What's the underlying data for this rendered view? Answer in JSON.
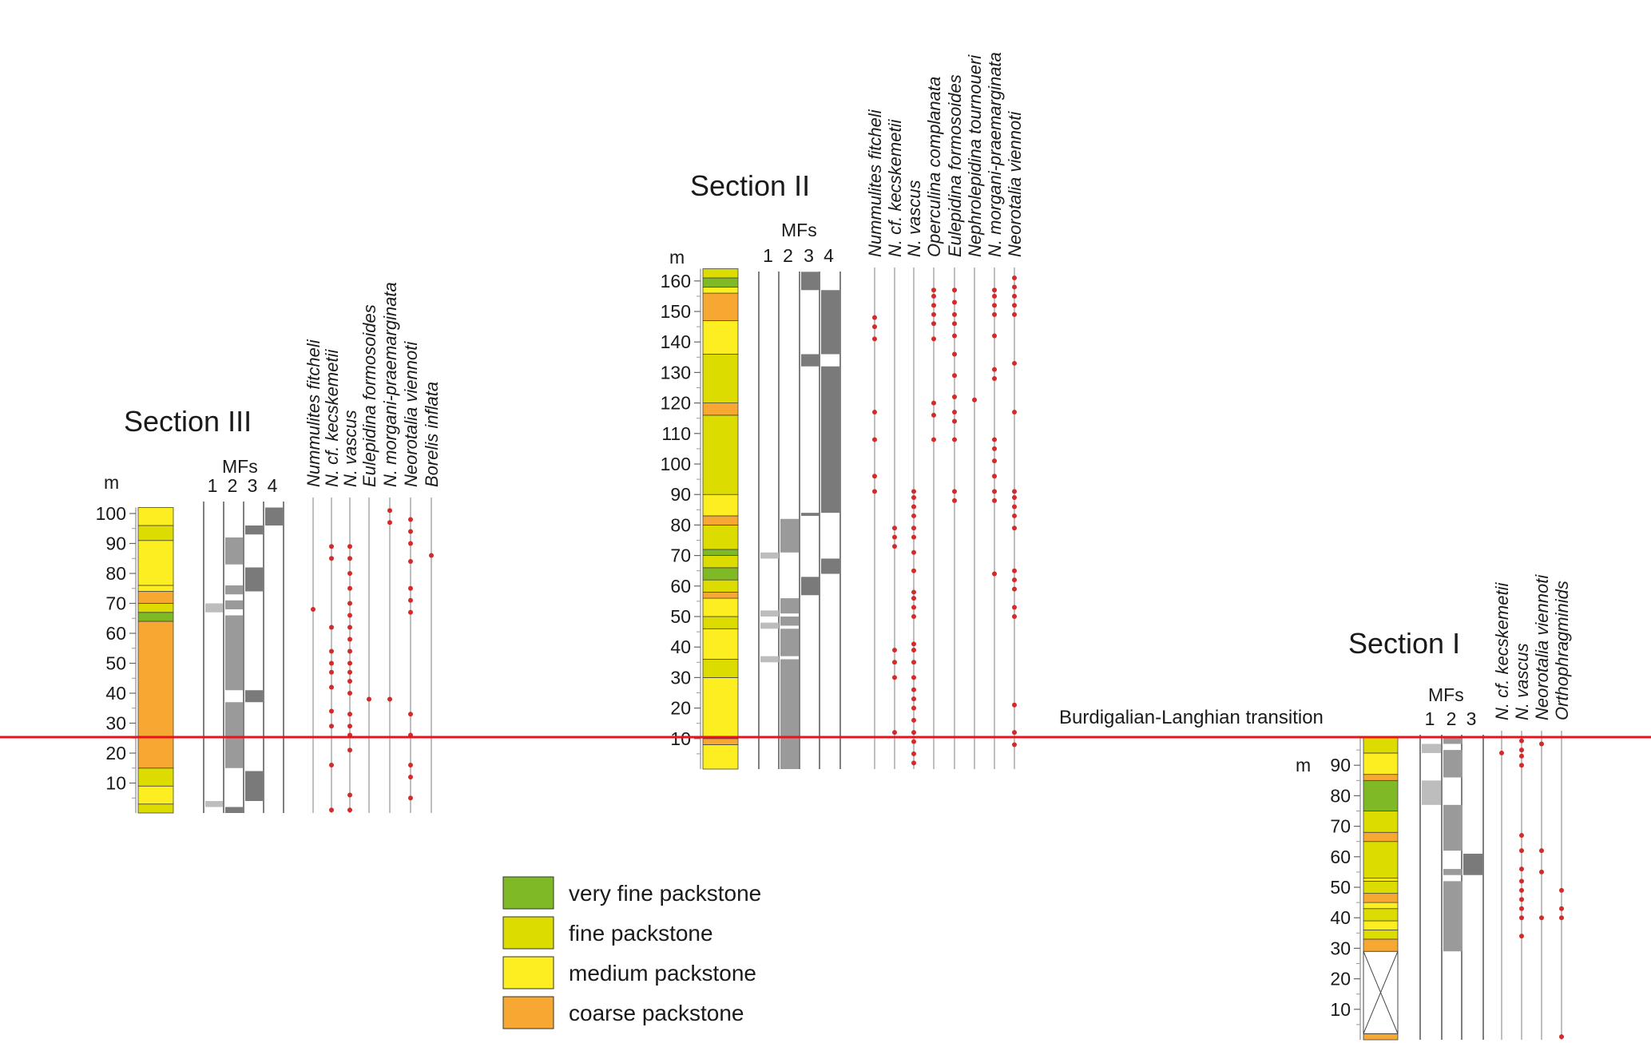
{
  "transition": {
    "label": "Burdigalian-Langhian transition",
    "color": "#e8141b"
  },
  "legend": [
    {
      "label": "very fine packstone",
      "color": "#7fb925"
    },
    {
      "label": "fine packstone",
      "color": "#dcdc00"
    },
    {
      "label": "medium packstone",
      "color": "#fcee21"
    },
    {
      "label": "coarse packstone",
      "color": "#f7a832"
    }
  ],
  "colors": {
    "mf_light": "#bdbdbd",
    "mf_mid": "#9a9a9a",
    "mf_dark": "#7a7a7a",
    "occurrence_dot": "#d42a2a"
  },
  "sections": [
    {
      "id": "III",
      "title": "Section III",
      "unit_label": "m",
      "mf_header": "MFs",
      "mf_columns": [
        "1",
        "2",
        "3",
        "4"
      ],
      "ticks": [
        10,
        20,
        30,
        40,
        50,
        60,
        70,
        80,
        90,
        100
      ],
      "range_m": [
        0,
        102
      ],
      "lithology": [
        {
          "from": 0,
          "to": 3,
          "type": "fine"
        },
        {
          "from": 3,
          "to": 9,
          "type": "medium"
        },
        {
          "from": 9,
          "to": 15,
          "type": "fine"
        },
        {
          "from": 15,
          "to": 64,
          "type": "coarse"
        },
        {
          "from": 64,
          "to": 67,
          "type": "very_fine"
        },
        {
          "from": 67,
          "to": 70,
          "type": "fine"
        },
        {
          "from": 70,
          "to": 74,
          "type": "coarse"
        },
        {
          "from": 74,
          "to": 76,
          "type": "medium"
        },
        {
          "from": 76,
          "to": 91,
          "type": "medium"
        },
        {
          "from": 91,
          "to": 96,
          "type": "fine"
        },
        {
          "from": 96,
          "to": 102,
          "type": "medium"
        }
      ],
      "microfacies": [
        {
          "column": 1,
          "intervals": [
            [
              2,
              4,
              "light"
            ],
            [
              67,
              70,
              "light"
            ]
          ]
        },
        {
          "column": 2,
          "intervals": [
            [
              0,
              2,
              "dark"
            ],
            [
              15,
              37,
              "mid"
            ],
            [
              41,
              66,
              "mid"
            ],
            [
              68,
              71,
              "mid"
            ],
            [
              73,
              76,
              "mid"
            ],
            [
              83,
              92,
              "mid"
            ]
          ]
        },
        {
          "column": 3,
          "intervals": [
            [
              4,
              14,
              "dark"
            ],
            [
              37,
              41,
              "dark"
            ],
            [
              74,
              82,
              "dark"
            ],
            [
              93,
              96,
              "dark"
            ]
          ]
        },
        {
          "column": 4,
          "intervals": [
            [
              96,
              102,
              "dark"
            ]
          ]
        }
      ],
      "taxa": [
        {
          "name": "Nummulites fitcheli",
          "occurrences": [
            68
          ]
        },
        {
          "name": "N. cf. kecskemetii",
          "occurrences": [
            1,
            16,
            29,
            34,
            42,
            47,
            50,
            54,
            62,
            85,
            89
          ]
        },
        {
          "name": "N. vascus",
          "occurrences": [
            1,
            6,
            21,
            26,
            29,
            33,
            40,
            44,
            47,
            50,
            54,
            58,
            62,
            66,
            70,
            75,
            80,
            85,
            89
          ]
        },
        {
          "name": "Eulepidina formosoides",
          "occurrences": [
            38
          ]
        },
        {
          "name": "N. morgani-praemarginata",
          "occurrences": [
            38,
            97,
            101
          ]
        },
        {
          "name": "Neorotalia viennoti",
          "occurrences": [
            5,
            12,
            16,
            26,
            33,
            67,
            71,
            75,
            84,
            90,
            94,
            98
          ]
        },
        {
          "name": "Borelis inflata",
          "occurrences": [
            86
          ]
        }
      ]
    },
    {
      "id": "II",
      "title": "Section II",
      "unit_label": "m",
      "mf_header": "MFs",
      "mf_columns": [
        "1",
        "2",
        "3",
        "4"
      ],
      "ticks": [
        10,
        20,
        30,
        40,
        50,
        60,
        70,
        80,
        90,
        100,
        110,
        120,
        130,
        140,
        150,
        160
      ],
      "range_m": [
        0,
        164
      ],
      "lithology": [
        {
          "from": 0,
          "to": 8,
          "type": "medium"
        },
        {
          "from": 8,
          "to": 10,
          "type": "coarse"
        },
        {
          "from": 10,
          "to": 30,
          "type": "medium"
        },
        {
          "from": 30,
          "to": 36,
          "type": "fine"
        },
        {
          "from": 36,
          "to": 46,
          "type": "medium"
        },
        {
          "from": 46,
          "to": 50,
          "type": "fine"
        },
        {
          "from": 50,
          "to": 56,
          "type": "medium"
        },
        {
          "from": 56,
          "to": 58,
          "type": "coarse"
        },
        {
          "from": 58,
          "to": 62,
          "type": "fine"
        },
        {
          "from": 62,
          "to": 66,
          "type": "very_fine"
        },
        {
          "from": 66,
          "to": 70,
          "type": "fine"
        },
        {
          "from": 70,
          "to": 72,
          "type": "very_fine"
        },
        {
          "from": 72,
          "to": 80,
          "type": "fine"
        },
        {
          "from": 80,
          "to": 83,
          "type": "coarse"
        },
        {
          "from": 83,
          "to": 90,
          "type": "medium"
        },
        {
          "from": 90,
          "to": 116,
          "type": "fine"
        },
        {
          "from": 116,
          "to": 120,
          "type": "coarse"
        },
        {
          "from": 120,
          "to": 136,
          "type": "fine"
        },
        {
          "from": 136,
          "to": 147,
          "type": "medium"
        },
        {
          "from": 147,
          "to": 156,
          "type": "coarse"
        },
        {
          "from": 156,
          "to": 158,
          "type": "medium"
        },
        {
          "from": 158,
          "to": 161,
          "type": "very_fine"
        },
        {
          "from": 161,
          "to": 164,
          "type": "fine"
        }
      ],
      "microfacies": [
        {
          "column": 1,
          "intervals": [
            [
              35,
              37,
              "light"
            ],
            [
              46,
              48,
              "light"
            ],
            [
              50,
              52,
              "light"
            ],
            [
              69,
              71,
              "light"
            ]
          ]
        },
        {
          "column": 2,
          "intervals": [
            [
              0,
              36,
              "mid"
            ],
            [
              37,
              46,
              "mid"
            ],
            [
              47,
              50,
              "mid"
            ],
            [
              51,
              56,
              "mid"
            ],
            [
              71,
              82,
              "mid"
            ]
          ]
        },
        {
          "column": 3,
          "intervals": [
            [
              57,
              63,
              "dark"
            ],
            [
              83,
              84,
              "dark"
            ],
            [
              132,
              136,
              "dark"
            ],
            [
              157,
              163,
              "dark"
            ]
          ]
        },
        {
          "column": 4,
          "intervals": [
            [
              64,
              69,
              "dark"
            ],
            [
              84,
              132,
              "dark"
            ],
            [
              136,
              157,
              "dark"
            ]
          ]
        }
      ],
      "taxa": [
        {
          "name": "Nummulites fitcheli",
          "occurrences": [
            91,
            96,
            108,
            117,
            141,
            145,
            148
          ]
        },
        {
          "name": "N. cf. kecskemetii",
          "occurrences": [
            12,
            30,
            35,
            39,
            73,
            76,
            79
          ]
        },
        {
          "name": "N. vascus",
          "occurrences": [
            2,
            5,
            9,
            12,
            16,
            20,
            23,
            26,
            30,
            35,
            39,
            41,
            50,
            53,
            56,
            58,
            65,
            71,
            76,
            79,
            83,
            86,
            89,
            91
          ]
        },
        {
          "name": "Operculina complanata",
          "occurrences": [
            108,
            116,
            120,
            141,
            146,
            149,
            152,
            155,
            157
          ]
        },
        {
          "name": "Eulepidina formosoides",
          "occurrences": [
            88,
            91,
            108,
            114,
            117,
            122,
            129,
            136,
            142,
            146,
            149,
            153,
            157
          ]
        },
        {
          "name": "Nephrolepidina tournoueri",
          "occurrences": [
            121
          ]
        },
        {
          "name": "N. morgani-praemarginata",
          "occurrences": [
            64,
            88,
            91,
            96,
            101,
            105,
            108,
            128,
            131,
            142,
            149,
            152,
            155,
            157
          ]
        },
        {
          "name": "Neorotalia viennoti",
          "occurrences": [
            8,
            12,
            21,
            50,
            53,
            59,
            62,
            65,
            79,
            83,
            86,
            89,
            91,
            117,
            133,
            149,
            152,
            155,
            158,
            161
          ]
        }
      ]
    },
    {
      "id": "I",
      "title": "Section I",
      "unit_label": "m",
      "mf_header": "MFs",
      "mf_columns": [
        "1",
        "2",
        "3"
      ],
      "ticks": [
        10,
        20,
        30,
        40,
        50,
        60,
        70,
        80,
        90
      ],
      "range_m": [
        0,
        99
      ],
      "lithology": [
        {
          "from": 0,
          "to": 2,
          "type": "coarse"
        },
        {
          "from": 2,
          "to": 29,
          "type": "covered"
        },
        {
          "from": 29,
          "to": 33,
          "type": "coarse"
        },
        {
          "from": 33,
          "to": 36,
          "type": "fine"
        },
        {
          "from": 36,
          "to": 39,
          "type": "medium"
        },
        {
          "from": 39,
          "to": 43,
          "type": "fine"
        },
        {
          "from": 43,
          "to": 45,
          "type": "medium"
        },
        {
          "from": 45,
          "to": 48,
          "type": "coarse"
        },
        {
          "from": 48,
          "to": 52,
          "type": "fine"
        },
        {
          "from": 52,
          "to": 53,
          "type": "medium"
        },
        {
          "from": 53,
          "to": 65,
          "type": "fine"
        },
        {
          "from": 65,
          "to": 68,
          "type": "coarse"
        },
        {
          "from": 68,
          "to": 75,
          "type": "fine"
        },
        {
          "from": 75,
          "to": 85,
          "type": "very_fine"
        },
        {
          "from": 85,
          "to": 87,
          "type": "coarse"
        },
        {
          "from": 87,
          "to": 94,
          "type": "medium"
        },
        {
          "from": 94,
          "to": 99,
          "type": "fine"
        }
      ],
      "microfacies": [
        {
          "column": 1,
          "intervals": [
            [
              77,
              85,
              "light"
            ],
            [
              94,
              97,
              "light"
            ]
          ]
        },
        {
          "column": 2,
          "intervals": [
            [
              29,
              52,
              "mid"
            ],
            [
              54,
              56,
              "mid"
            ],
            [
              62,
              77,
              "mid"
            ],
            [
              86,
              95,
              "mid"
            ],
            [
              97,
              99,
              "mid"
            ]
          ]
        },
        {
          "column": 3,
          "intervals": [
            [
              54,
              61,
              "dark"
            ]
          ]
        }
      ],
      "taxa": [
        {
          "name": "N. cf. kecskemetii",
          "occurrences": [
            94
          ]
        },
        {
          "name": "N. vascus",
          "occurrences": [
            34,
            40,
            43,
            46,
            49,
            52,
            56,
            62,
            67,
            90,
            93,
            95,
            98
          ]
        },
        {
          "name": "Neorotalia viennoti",
          "occurrences": [
            40,
            55,
            62,
            97
          ]
        },
        {
          "name": "Orthophragminids",
          "occurrences": [
            1,
            40,
            43,
            49
          ]
        }
      ]
    }
  ]
}
